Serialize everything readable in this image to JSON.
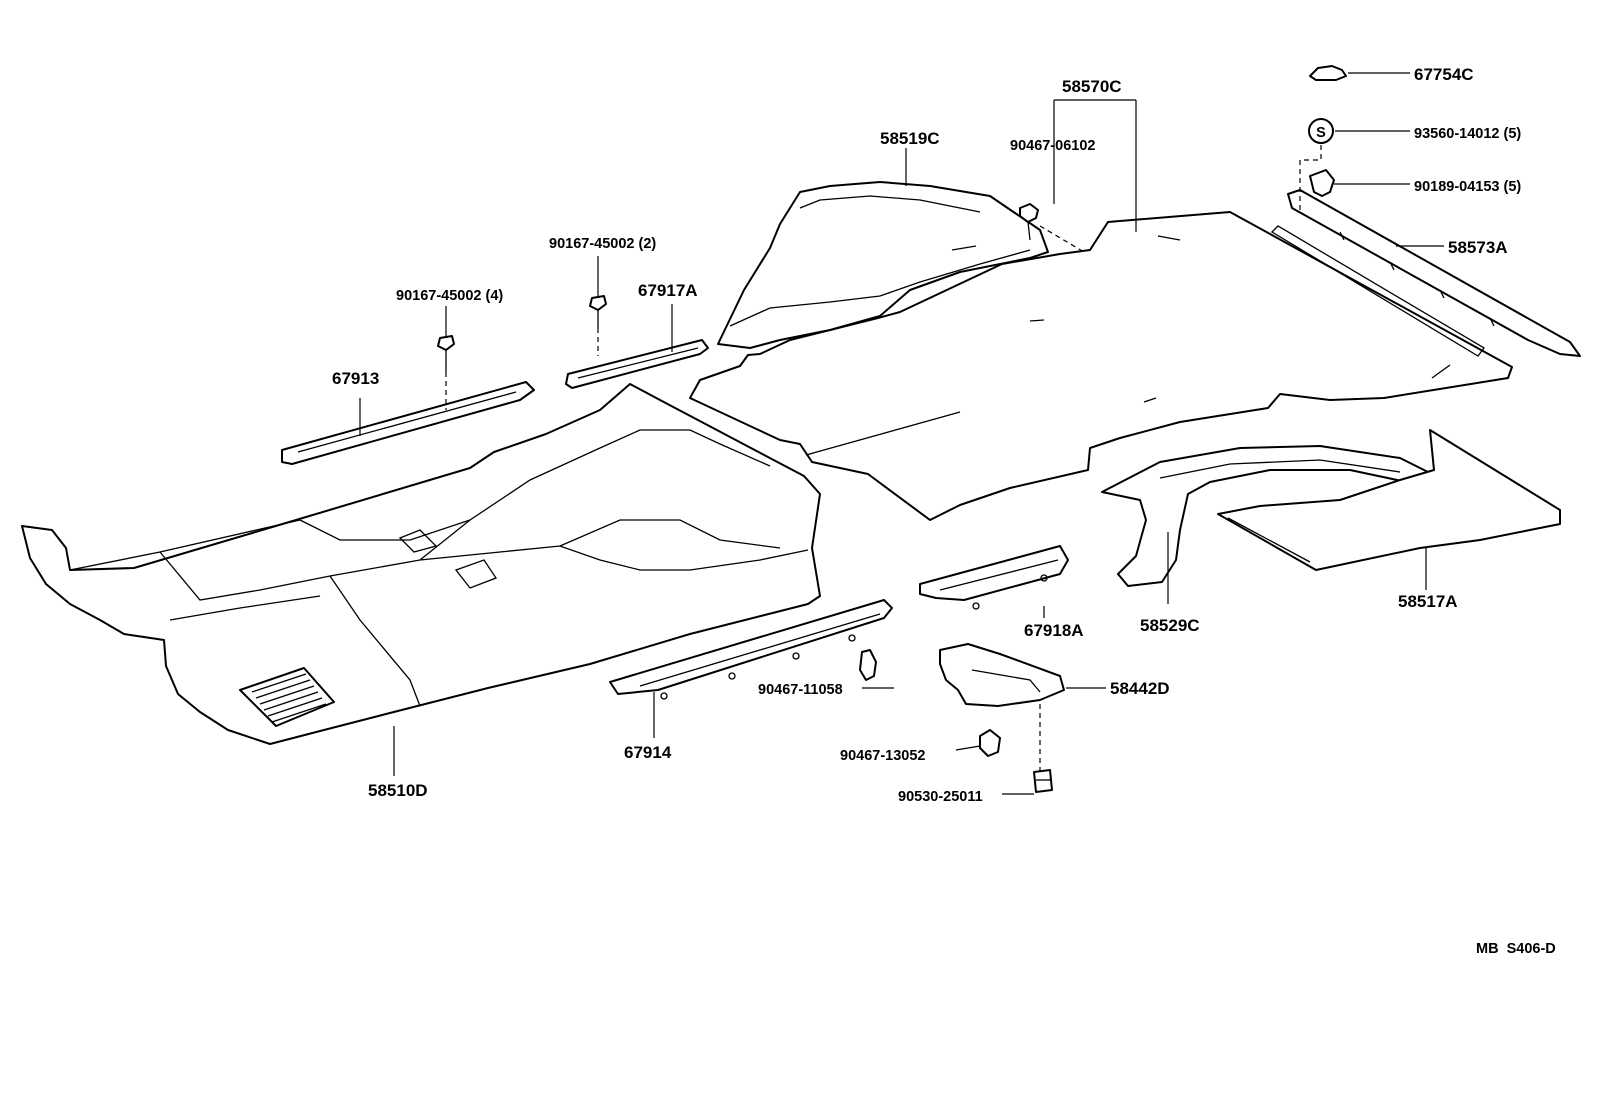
{
  "diagram_id": "MB  S406-D",
  "labels": {
    "p67754C": "67754C",
    "p58570C": "58570C",
    "p93560": "93560-14012 (5)",
    "p58519C": "58519C",
    "p90467_06102": "90467-06102",
    "p90189": "90189-04153 (5)",
    "p58573A": "58573A",
    "p90167_2": "90167-45002 (2)",
    "p67917A": "67917A",
    "p90167_4": "90167-45002 (4)",
    "p67913": "67913",
    "p58517A": "58517A",
    "p58529C": "58529C",
    "p67918A": "67918A",
    "p58442D": "58442D",
    "p90467_11058": "90467-11058",
    "p67914": "67914",
    "p90467_13052": "90467-13052",
    "p90530": "90530-25011",
    "p58510D": "58510D"
  },
  "icons": {
    "washer_symbol": "S"
  }
}
